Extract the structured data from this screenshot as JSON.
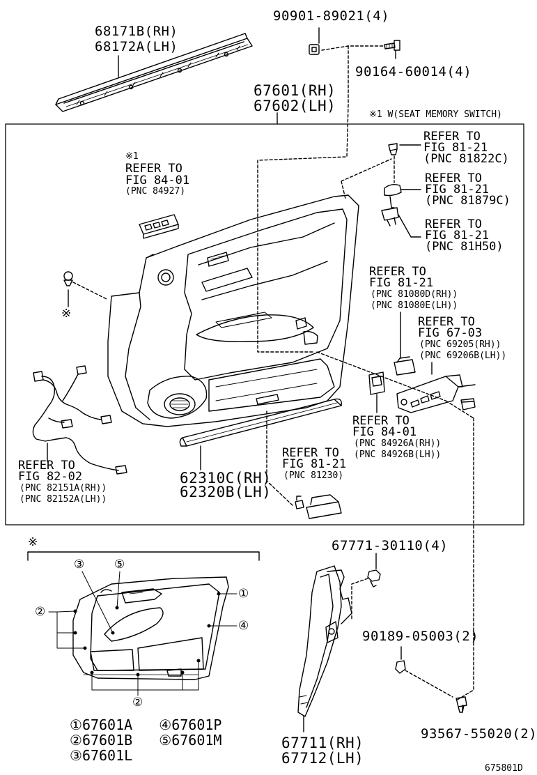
{
  "note": "※1 W(SEAT MEMORY SWITCH)",
  "parts": {
    "window_weatherstrip": {
      "rh": "68171B(RH)",
      "lh": "68172A(LH)"
    },
    "nut": "90901-89021(4)",
    "screw": "90164-60014(4)",
    "door_trim_board": {
      "rh": "67601(RH)",
      "lh": "67602(LH)"
    },
    "inner_weatherstrip": {
      "rh": "62310C(RH)",
      "lh": "62320B(LH)"
    },
    "clip_67771": "67771-30110(4)",
    "clip_90189": "90189-05003(2)",
    "screw_93567": "93567-55020(2)",
    "lower_panel": {
      "rh": "67711(RH)",
      "lh": "67712(LH)"
    }
  },
  "refs": {
    "seat_memory": {
      "mark": "※1",
      "l1": "REFER TO",
      "l2": "FIG 84-01",
      "l3": "(PNC 84927)"
    },
    "r81822": {
      "l1": "REFER TO",
      "l2": "FIG 81-21",
      "l3": "(PNC 81822C)"
    },
    "r81879": {
      "l1": "REFER TO",
      "l2": "FIG 81-21",
      "l3": "(PNC 81879C)"
    },
    "r81h50": {
      "l1": "REFER TO",
      "l2": "FIG 81-21",
      "l3": "(PNC 81H50)"
    },
    "r81080": {
      "l1": "REFER TO",
      "l2": "FIG 81-21",
      "l3": "(PNC 81080D(RH))",
      "l4": "(PNC 81080E(LH))"
    },
    "r69205": {
      "l1": "REFER TO",
      "l2": "FIG 67-03",
      "l3": "(PNC 69205(RH))",
      "l4": "(PNC 69206B(LH))"
    },
    "r84926": {
      "l1": "REFER TO",
      "l2": "FIG 84-01",
      "l3": "(PNC 84926A(RH))",
      "l4": "(PNC 84926B(LH))"
    },
    "r82151": {
      "l1": "REFER TO",
      "l2": "FIG 82-02",
      "l3": "(PNC 82151A(RH))",
      "l4": "(PNC 82152A(LH))"
    },
    "r81230": {
      "l1": "REFER TO",
      "l2": "FIG 81-21",
      "l3": "(PNC 81230)"
    }
  },
  "marks": {
    "kome": "※"
  },
  "callouts": {
    "c1": "①",
    "c2": "②",
    "c3": "③",
    "c4": "④",
    "c5": "⑤"
  },
  "legend": [
    {
      "num": "①",
      "code": "67601A"
    },
    {
      "num": "④",
      "code": "67601P"
    },
    {
      "num": "②",
      "code": "67601B"
    },
    {
      "num": "⑤",
      "code": "67601M"
    },
    {
      "num": "③",
      "code": "67601L"
    }
  ],
  "figure_id": "675801D"
}
